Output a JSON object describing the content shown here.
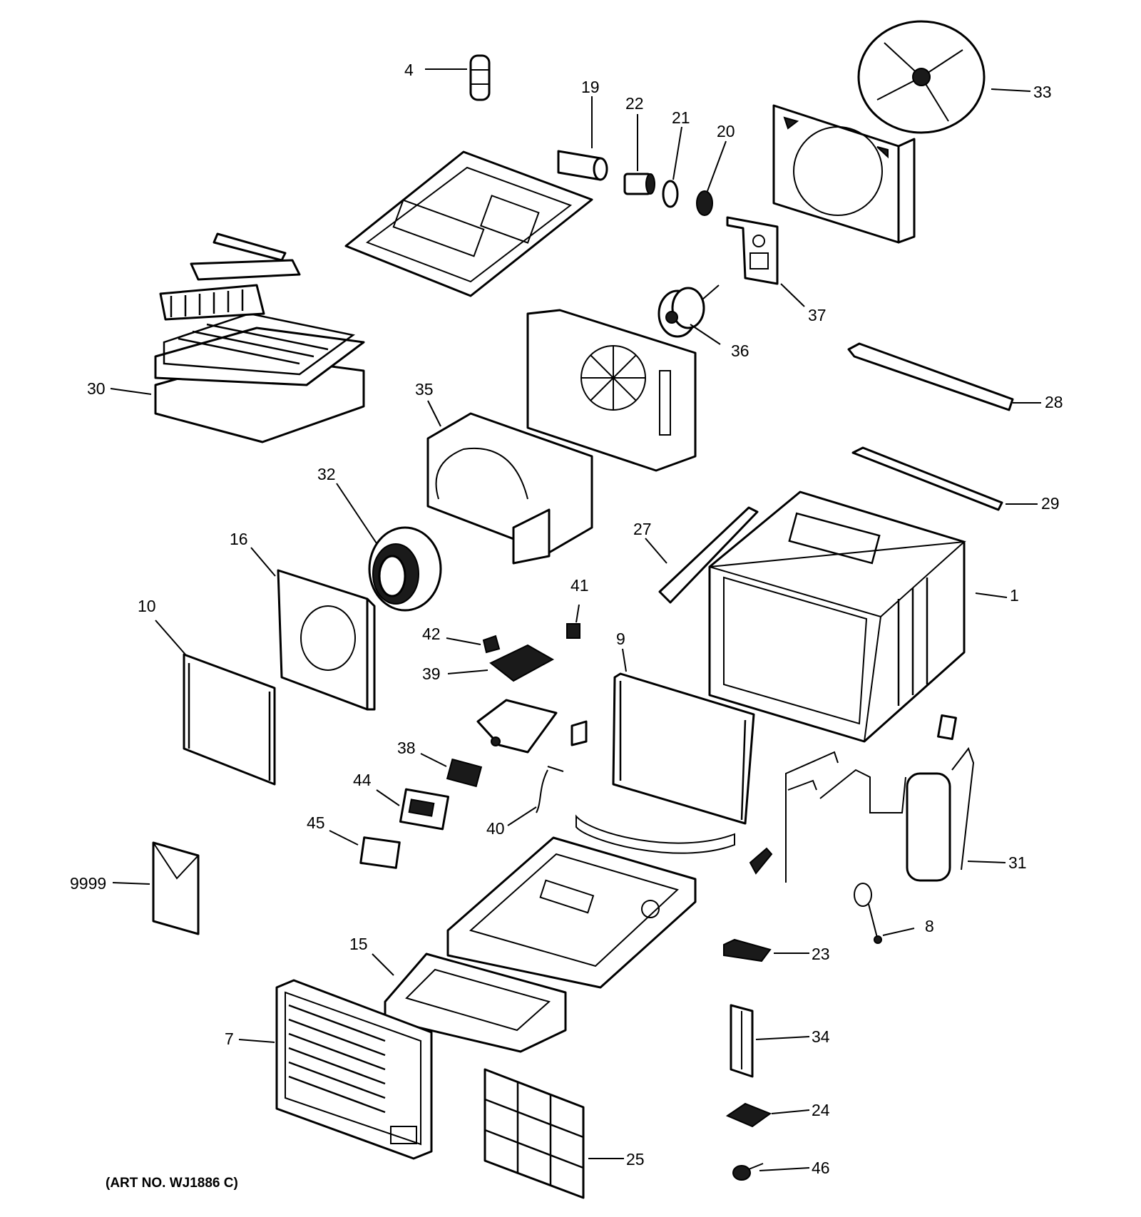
{
  "diagram": {
    "art_number": "(ART NO. WJ1886 C)",
    "callouts": {
      "c1": "1",
      "c4": "4",
      "c7": "7",
      "c8": "8",
      "c9": "9",
      "c10": "10",
      "c15": "15",
      "c16": "16",
      "c19": "19",
      "c20": "20",
      "c21": "21",
      "c22": "22",
      "c23": "23",
      "c24": "24",
      "c25": "25",
      "c27": "27",
      "c28": "28",
      "c29": "29",
      "c30": "30",
      "c31": "31",
      "c32": "32",
      "c33": "33",
      "c34": "34",
      "c35": "35",
      "c36": "36",
      "c37": "37",
      "c38": "38",
      "c39": "39",
      "c40": "40",
      "c41": "41",
      "c42": "42",
      "c44": "44",
      "c45": "45",
      "c46": "46",
      "c9999": "9999"
    }
  }
}
